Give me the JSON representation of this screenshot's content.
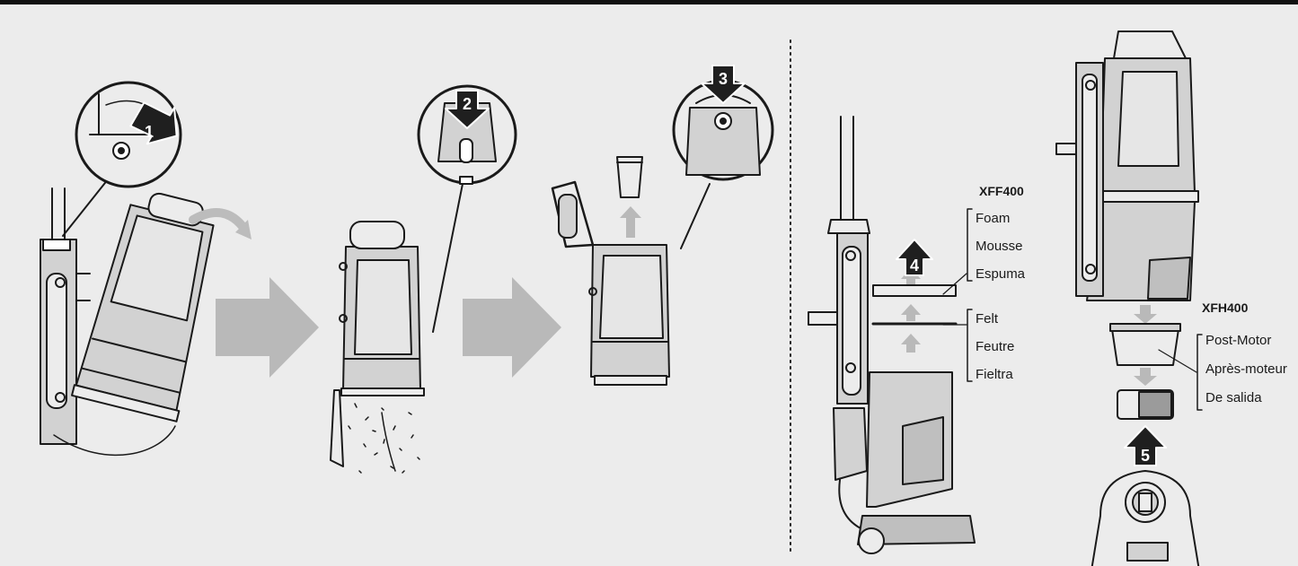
{
  "colors": {
    "background": "#ececec",
    "line": "#1a1a1a",
    "body_gray": "#d2d2d2",
    "arrow_gray": "#b9b9b9",
    "dark_arrow": "#1f1f1f"
  },
  "steps": [
    {
      "number": "1",
      "icon": "arrow-down-right-icon"
    },
    {
      "number": "2",
      "icon": "arrow-down-icon"
    },
    {
      "number": "3",
      "icon": "arrow-down-icon"
    },
    {
      "number": "4",
      "icon": "arrow-up-icon"
    },
    {
      "number": "5",
      "icon": "arrow-up-icon"
    }
  ],
  "filters": {
    "foam_felt": {
      "model": "XFF400",
      "materials": [
        "Foam",
        "Mousse",
        "Espuma",
        "Felt",
        "Feutre",
        "Fieltra"
      ]
    },
    "post_motor": {
      "model": "XFH400",
      "materials": [
        "Post-Motor",
        "Après-moteur",
        "De salida"
      ]
    }
  }
}
